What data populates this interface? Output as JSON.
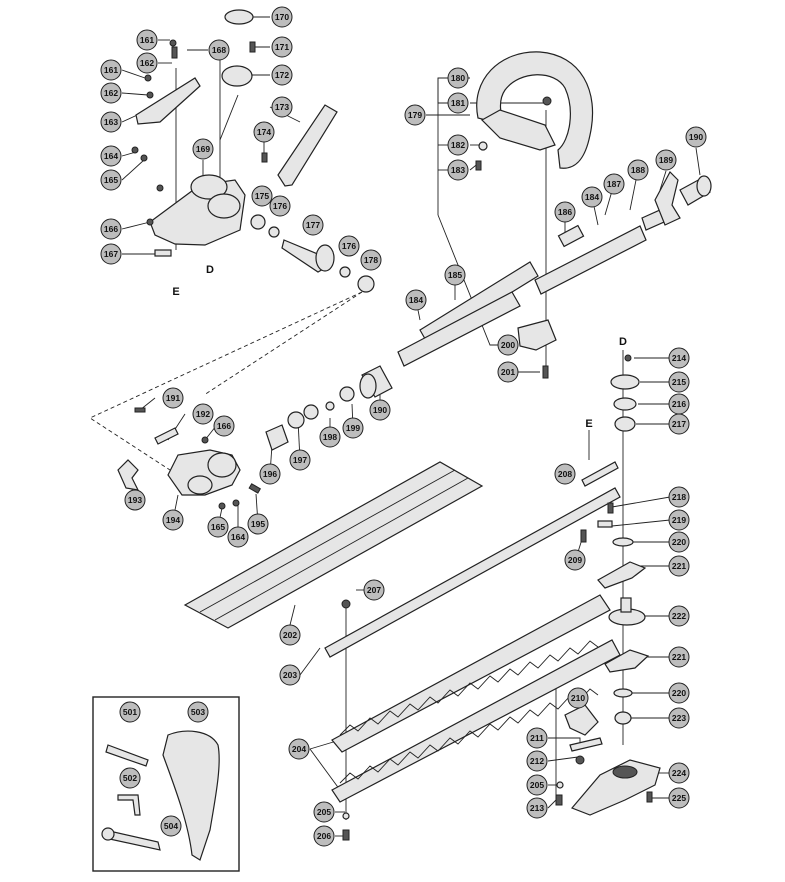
{
  "diagram": {
    "reference_letters": [
      "D",
      "E",
      "D",
      "E"
    ],
    "callouts": {
      "170": "170",
      "171": "171",
      "172": "172",
      "161a": "161",
      "168": "168",
      "162a": "162",
      "161b": "161",
      "162b": "162",
      "163": "163",
      "173": "173",
      "174": "174",
      "169": "169",
      "164a": "164",
      "165a": "165",
      "175": "175",
      "176a": "176",
      "177": "177",
      "176b": "176",
      "178": "178",
      "166a": "166",
      "167": "167",
      "180": "180",
      "181": "181",
      "179": "179",
      "182": "182",
      "183": "183",
      "190a": "190",
      "189": "189",
      "188": "188",
      "187": "187",
      "184a": "184",
      "186": "186",
      "185": "185",
      "184b": "184",
      "200": "200",
      "201": "201",
      "191": "191",
      "192": "192",
      "166b": "166",
      "190b": "190",
      "199": "199",
      "198": "198",
      "197": "197",
      "196": "196",
      "193": "193",
      "194": "194",
      "165b": "165",
      "164b": "164",
      "195": "195",
      "214": "214",
      "215": "215",
      "216": "216",
      "217": "217",
      "208": "208",
      "218": "218",
      "219": "219",
      "220a": "220",
      "209": "209",
      "221a": "221",
      "222": "222",
      "221b": "221",
      "220b": "220",
      "223": "223",
      "210": "210",
      "211": "211",
      "212": "212",
      "205a": "205",
      "213": "213",
      "224": "224",
      "225": "225",
      "207": "207",
      "202": "202",
      "203": "203",
      "204": "204",
      "205b": "205",
      "206": "206",
      "501": "501",
      "503": "503",
      "502": "502",
      "504": "504"
    }
  }
}
